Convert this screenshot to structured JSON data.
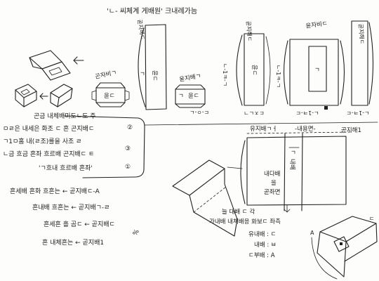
{
  "title": "'ㄴ- 씨체계 게배원' 크내례가늠",
  "top": {
    "label_a": "곤자비ㄱ",
    "box_a_text": "윤ㄷ",
    "tall_b_top": "곧지해ㄷ",
    "tall_b_mark": "ㄱ",
    "tall_b_text": "윤ㄷ",
    "box_c_label": "윤지배ㄱ",
    "box_c_mark": "ㄱ",
    "box_c_text": "윤ㄷ",
    "box_c_code": "ㄷ-ㅇ-ㄴ",
    "code_d": "ㄴ-1ㅋ-ㄱ",
    "tall_e_top": "곧지해ㄷ",
    "tall_e_text": "윤ㄷ",
    "tall_e_bottom": "ㄷㅈㄴㄱ",
    "code_f": "ㄴ-1ㅋ-ㄱ",
    "rect_g_top": "윤자비ㄷ",
    "rect_g_mark": "ㄱ",
    "rect_g_code": "ㄴ-1ㅋ-ㄷ",
    "thin_h_top": "곧지해ㄷ",
    "thin_h_code": "ㄴ-1ㅋ-ㄷ"
  },
  "left_list": {
    "lines": [
      "곤금 내체배미도ㄴ도 주",
      "ㅁㄹ은 내세은 화조 ㄷ 흔 곤지배ㄷ",
      "ㄱ1ㅁ홈 내(ㄹ조)를을 사조 ㄹ",
      "ㄴ금 흐금 흔좌 흐르배 곤지배ㄷ ㅌ",
      "'ㄱ흐내 흐르배 흔좌'"
    ],
    "marks": [
      "②",
      "③",
      "①"
    ]
  },
  "lower_list": {
    "lines": [
      "흔세배 흔화 흐흔는 ← 곧지배ㄷ-A",
      "흔내배 흐흔는 ← 곧지배ㄱ-ㄹ",
      "흔세흔 흘 곰ㄷ ← 곧지배ㄷ",
      "흔 내체흔는 ← 곧지배1"
    ],
    "percent": "%"
  },
  "layout": {
    "top_left": "유지배ㄱㅓ",
    "top_mid": "-내용면-",
    "top_right": "곧지해1",
    "strip_mark": "ㄱ",
    "strip_text": "내배",
    "left_1": "내다배",
    "left_2": "을",
    "left_3": "곧좌면",
    "note_1": "늘 대배 ㄷ 각",
    "note_2": "가내배 내체배응 화보ㄷ 좌측",
    "legend_1": "유내배 : ㄷ",
    "legend_2": "내배 : ㅂ",
    "legend_3": "ㄷ부배 : A"
  },
  "box_sketch": {
    "mark_top": "ㄷ",
    "mark_side": "A"
  }
}
